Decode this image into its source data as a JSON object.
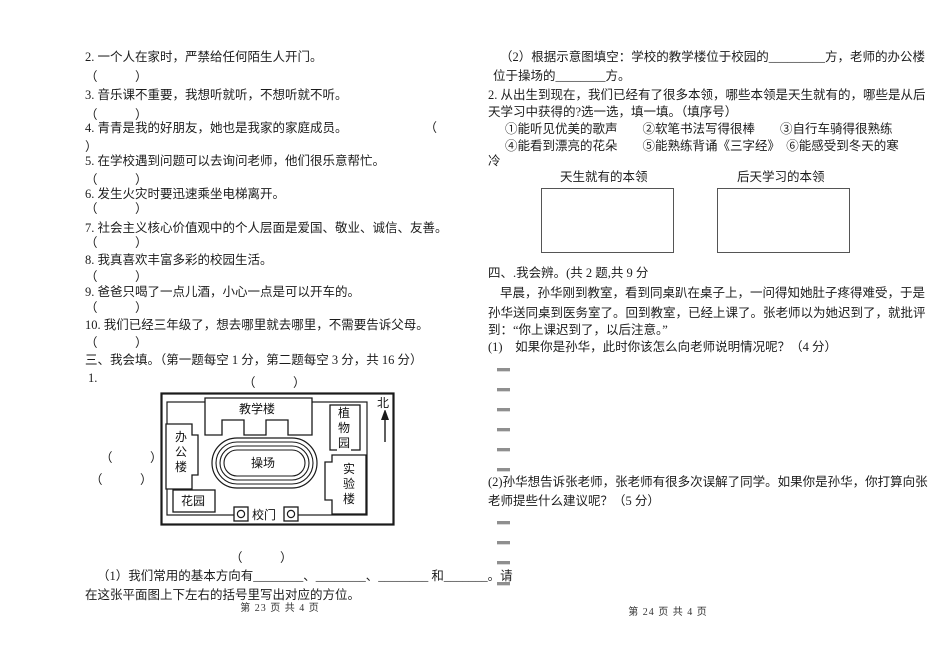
{
  "doc_type": "chinese-exam-paper",
  "left": {
    "q_lines": [
      {
        "t": "2. 一个人在家时，严禁给任何陌生人开门。"
      },
      {
        "t": "（　　　）"
      },
      {
        "t": "3. 音乐课不重要，我想听就听，不想听就不听。"
      },
      {
        "t": "（　　　）"
      },
      {
        "t": "4. 青青是我的好朋友，她也是我家的家庭成员。",
        "tail": "（"
      },
      {
        "t": "）"
      },
      {
        "t": "5. 在学校遇到问题可以去询问老师，他们很乐意帮忙。"
      },
      {
        "t": "（　　　）"
      },
      {
        "t": "6. 发生火灾时要迅速乘坐电梯离开。"
      },
      {
        "t": "（　　　）"
      },
      {
        "t": "7. 社会主义核心价值观中的个人层面是爱国、敬业、诚信、友善。"
      },
      {
        "t": "（　　　）"
      },
      {
        "t": "8. 我真喜欢丰富多彩的校园生活。"
      },
      {
        "t": "（　　　）"
      },
      {
        "t": "9. 爸爸只喝了一点儿酒，小心一点是可以开车的。"
      },
      {
        "t": "（　　　）"
      },
      {
        "t": "10. 我们已经三年级了，想去哪里就去哪里，不需要告诉父母。"
      },
      {
        "t": "（　　　）"
      },
      {
        "t": "三、我会填。（第一题每空 1 分，第二题每空 3 分，共 16 分）"
      }
    ],
    "item1_label": "1.",
    "bracket_top": "（　　　）",
    "bracket_left_1": "（　　　）",
    "bracket_left_2": "（　　　）",
    "bracket_bottom": "（　　　）",
    "map_labels": {
      "teaching_building": "教学楼",
      "botanical_garden": "植物园",
      "office_building": "办公楼",
      "playground": "操场",
      "lab_building": "实验楼",
      "garden": "花园",
      "school_gate": "校门",
      "north": "北"
    },
    "sub1_line1": "（1）我们常用的基本方向有________、________、________ 和_______。请",
    "sub1_line2": "在这张平面图上下左右的括号里写出对应的方位。",
    "footer": "第 23 页 共 4 页"
  },
  "right": {
    "lines": {
      "r1": "（2）根据示意图填空：学校的教学楼位于校园的_________方，老师的办公楼",
      "r2": "位于操场的________方。",
      "r3": "2. 从出生到现在，我们已经有了很多本领，哪些本领是天生就有的，哪些是从后",
      "r4": "天学习中获得的?选一选，填一填。（填序号）",
      "r5": "①能听见优美的歌声　　②软笔书法写得很棒　　③自行车骑得很熟练",
      "r6": "④能看到漂亮的花朵　　⑤能熟练背诵《三字经》　⑥能感受到冬天的寒",
      "r7": "冷"
    },
    "innate_heading": "天生就有的本领",
    "learned_heading": "后天学习的本领",
    "section4": "四、.我会辨。(共 2 题,共 9 分",
    "para": {
      "p1": "早晨，孙华刚到教室，看到同桌趴在桌子上，一问得知她肚子疼得难受，于是",
      "p2": "孙华送同桌到医务室了。回到教室，已经上课了。张老师以为她迟到了，就批评",
      "p3": "到：“你上课迟到了，以后注意。”"
    },
    "q1": "(1)　如果你是孙华，此时你该怎么向老师说明情况呢？（4 分）",
    "q2_line1": "(2)孙华想告诉张老师，张老师有很多次误解了同学。如果你是孙华，你打算向张",
    "q2_line2": "老师提些什么建议呢？（5 分）",
    "footer": "第 24 页 共 4 页"
  }
}
